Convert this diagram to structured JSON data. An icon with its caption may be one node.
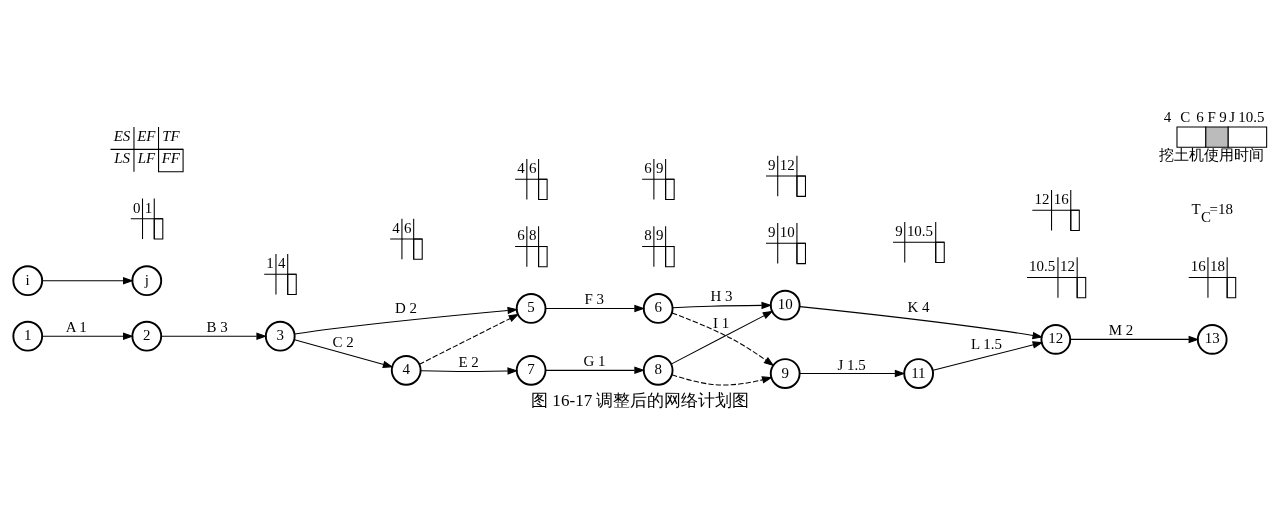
{
  "diagram": {
    "caption": "图 16-17 调整后的网络计划图",
    "nodes": [
      {
        "text": [
          "1"
        ]
      },
      {
        "text": [
          "2"
        ]
      },
      {
        "text": [
          "3"
        ]
      },
      {
        "text": [
          "4"
        ]
      },
      {
        "text": [
          "5"
        ]
      },
      {
        "text": [
          "6"
        ]
      },
      {
        "text": [
          "7"
        ]
      },
      {
        "text": [
          "8"
        ]
      },
      {
        "text": [
          "9"
        ]
      },
      {
        "text": [
          "10"
        ]
      },
      {
        "text": [
          "11"
        ]
      },
      {
        "text": [
          "12"
        ]
      },
      {
        "text": [
          "13"
        ]
      },
      {
        "text": [
          "i"
        ]
      },
      {
        "text": [
          "j"
        ]
      }
    ],
    "edges": [
      {
        "from": 0,
        "to": 1,
        "arrow": "to",
        "label": "A 1"
      },
      {
        "from": 1,
        "to": 2,
        "arrow": "to",
        "label": "B 3"
      },
      {
        "from": 2,
        "to": 3,
        "arrow": "to",
        "label": "C 2"
      },
      {
        "from": 2,
        "to": 4,
        "arrow": "to",
        "label": "D 2"
      },
      {
        "from": 3,
        "to": 6,
        "arrow": "to",
        "label": "E 2"
      },
      {
        "from": 3,
        "to": 4,
        "arrow": "to",
        "style": "dashed"
      },
      {
        "from": 6,
        "to": 7,
        "arrow": "to",
        "label": "G 1"
      },
      {
        "from": 7,
        "to": 8,
        "arrow": "to",
        "style": "dashed"
      },
      {
        "from": 7,
        "to": 9,
        "arrow": "to",
        "label": "I 1"
      },
      {
        "from": 4,
        "to": 5,
        "arrow": "to",
        "label": "F 3"
      },
      {
        "from": 5,
        "to": 8,
        "arrow": "to",
        "style": "dashed"
      },
      {
        "from": 5,
        "to": 9,
        "arrow": "to",
        "label": "H 3"
      },
      {
        "from": 8,
        "to": 10,
        "arrow": "to",
        "label": "J 1.5"
      },
      {
        "from": 10,
        "to": 11,
        "arrow": "to",
        "label": "L 1.5"
      },
      {
        "from": 9,
        "to": 11,
        "arrow": "to",
        "label": "K 4"
      },
      {
        "from": 11,
        "to": 12,
        "arrow": "to",
        "label": "M 2"
      },
      {
        "from": 13,
        "to": 14,
        "arrow": "to"
      }
    ],
    "labels": [
      "4",
      "6",
      "6",
      "8",
      "8",
      "9",
      "9",
      "10.5",
      "10.5",
      "12",
      "0",
      "1",
      "1",
      "4",
      "16",
      "18",
      "9",
      "10",
      "T$_{C}$=18",
      "4",
      "6",
      "6",
      "9",
      "ES",
      "EF",
      "TF",
      "LS",
      "LF",
      "FF",
      "4",
      "C",
      "6",
      "F",
      "9",
      "J",
      "10.5",
      "挖土机使用时间",
      "9",
      "12",
      "12",
      "16"
    ]
  }
}
